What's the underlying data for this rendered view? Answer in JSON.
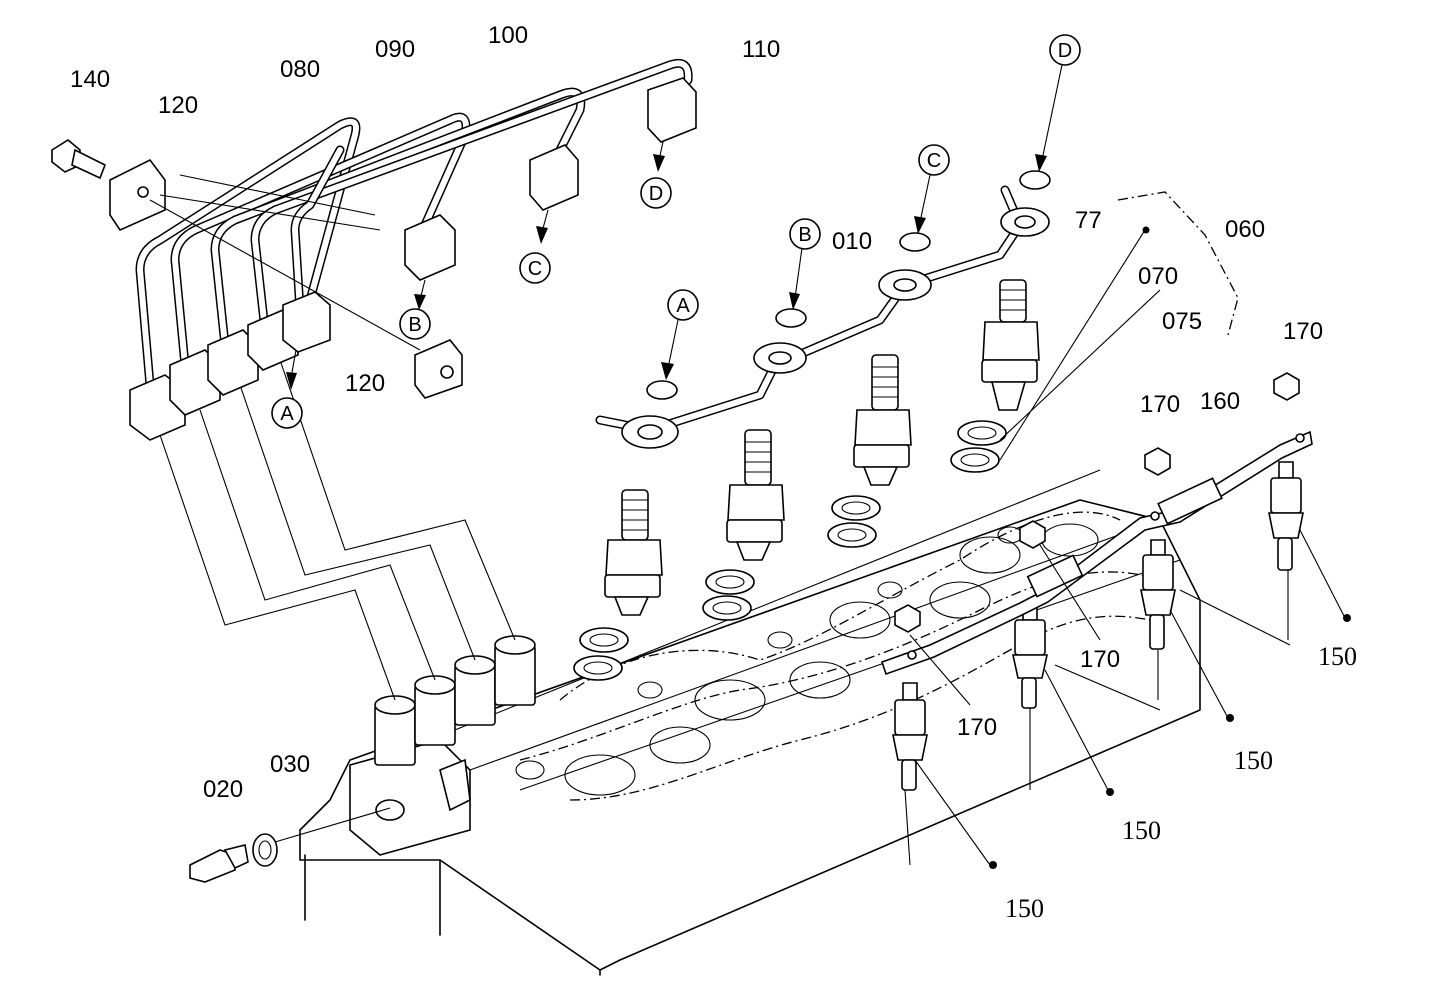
{
  "part_labels": [
    {
      "text": "140"
    },
    {
      "text": "120"
    },
    {
      "text": "080"
    },
    {
      "text": "090"
    },
    {
      "text": "100"
    },
    {
      "text": "110"
    },
    {
      "text": "120"
    },
    {
      "text": "010"
    },
    {
      "text": "77"
    },
    {
      "text": "060"
    },
    {
      "text": "070"
    },
    {
      "text": "075"
    },
    {
      "text": "170"
    },
    {
      "text": "170"
    },
    {
      "text": "160"
    },
    {
      "text": "170"
    },
    {
      "text": "170"
    },
    {
      "text": "020"
    },
    {
      "text": "030"
    }
  ],
  "serif_labels": [
    {
      "text": "150"
    },
    {
      "text": "150"
    },
    {
      "text": "150"
    },
    {
      "text": "150"
    }
  ],
  "callouts": [
    {
      "letter": "D"
    },
    {
      "letter": "C"
    },
    {
      "letter": "B"
    },
    {
      "letter": "A"
    },
    {
      "letter": "A"
    },
    {
      "letter": "B"
    },
    {
      "letter": "C"
    },
    {
      "letter": "D"
    }
  ],
  "colors": {
    "ink": "#000000",
    "paper": "#ffffff"
  }
}
